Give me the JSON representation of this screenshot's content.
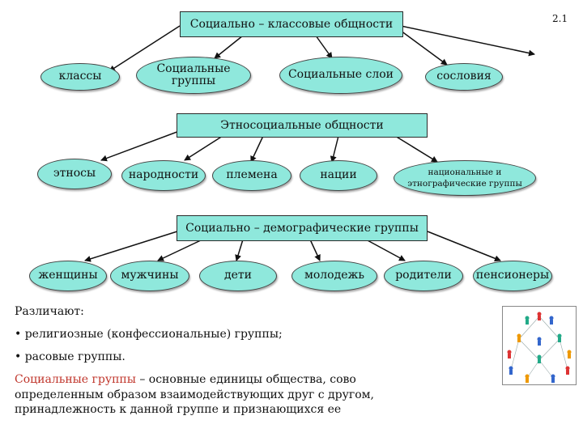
{
  "slide_number": "2.1",
  "sections": [
    {
      "title": "Социально – классовые общности",
      "items": [
        {
          "label": "классы"
        },
        {
          "label": "Социальные группы"
        },
        {
          "label": "Социальные слои"
        },
        {
          "label": "сословия"
        }
      ]
    },
    {
      "title": "Этносоциальные общности",
      "items": [
        {
          "label": "этносы"
        },
        {
          "label": "народности"
        },
        {
          "label": "племена"
        },
        {
          "label": "нации"
        },
        {
          "label": "национальные и этнографические группы"
        }
      ]
    },
    {
      "title": "Социально – демографические группы",
      "items": [
        {
          "label": "женщины"
        },
        {
          "label": "мужчины"
        },
        {
          "label": "дети"
        },
        {
          "label": "молодежь"
        },
        {
          "label": "родители"
        },
        {
          "label": "пенсионеры"
        }
      ]
    }
  ],
  "notes": {
    "intro": "Различают:",
    "bullets": [
      "• религиозные (конфессиональные) группы;",
      "• расовые группы."
    ],
    "definition_term": "Социальные группы",
    "definition_rest": " – основные единицы общества, сово определенным образом взаимодействующих друг с другом, принадлежность к данной группе и признающихся ее"
  },
  "colors": {
    "box_fill": "#8fe8dc",
    "highlight": "#c0352b"
  },
  "illustration": "people-network-icon"
}
